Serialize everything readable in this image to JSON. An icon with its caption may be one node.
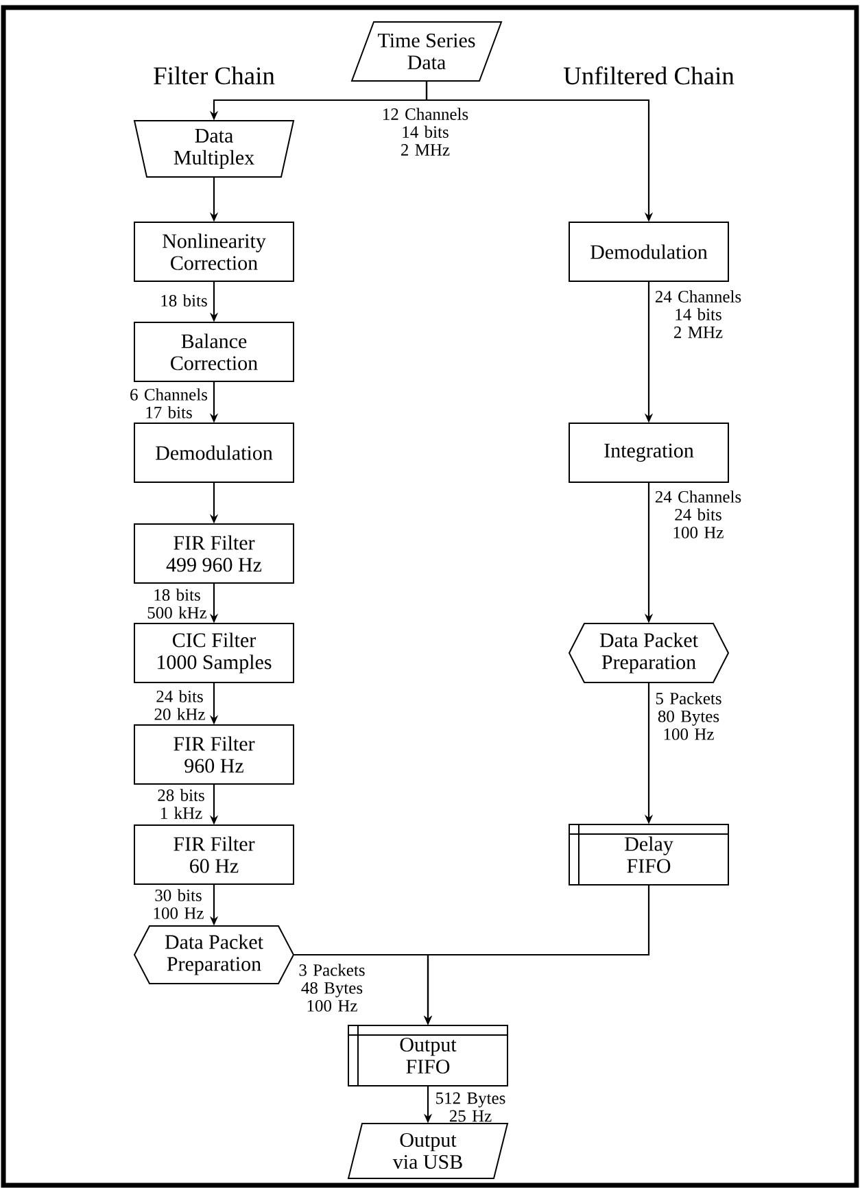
{
  "diagram": {
    "nodes": [
      {
        "text": [
          "Time Series Data"
        ]
      },
      {
        "text": [
          "Data Multiplex"
        ]
      },
      {
        "text": [
          "Nonlinearity Correction"
        ]
      },
      {
        "text": [
          "Balance Correction"
        ]
      },
      {
        "text": [
          "Demodulation"
        ]
      },
      {
        "text": [
          "FIR Filter 499 960 Hz"
        ]
      },
      {
        "text": [
          "CIC Filter 1000 Samples"
        ]
      },
      {
        "text": [
          "FIR Filter 960 Hz"
        ]
      },
      {
        "text": [
          "FIR Filter 60 Hz"
        ]
      },
      {
        "text": [
          "Data Packet Preparation"
        ]
      },
      {
        "text": [
          "Demodulation"
        ]
      },
      {
        "text": [
          "Integration"
        ]
      },
      {
        "text": [
          "Data Packet Preparation"
        ]
      },
      {
        "text": [
          "Delay FIFO"
        ]
      },
      {
        "text": [
          "Output FIFO"
        ]
      },
      {
        "text": [
          "Output via USB"
        ]
      }
    ],
    "edges": [
      {
        "from": 0,
        "to": 1,
        "arrow": "to",
        "label": "12 Channels 14 bits 2 MHz"
      },
      {
        "from": 0,
        "to": 10,
        "arrow": "to"
      },
      {
        "from": 1,
        "to": 2,
        "arrow": "to"
      },
      {
        "from": 2,
        "to": 3,
        "arrow": "to",
        "label": "18 bits"
      },
      {
        "from": 3,
        "to": 4,
        "arrow": "to",
        "label": "6 Channels 17 bits"
      },
      {
        "from": 4,
        "to": 5,
        "arrow": "to"
      },
      {
        "from": 5,
        "to": 6,
        "arrow": "to",
        "label": "18 bits 500 kHz"
      },
      {
        "from": 6,
        "to": 7,
        "arrow": "to",
        "label": "24 bits 20 kHz"
      },
      {
        "from": 7,
        "to": 8,
        "arrow": "to",
        "label": "28 bits 1 kHz"
      },
      {
        "from": 8,
        "to": 9,
        "arrow": "to",
        "label": "30 bits 100 Hz"
      },
      {
        "from": 9,
        "to": 14,
        "arrow": "to",
        "label": "3 Packets 48 Bytes 100 Hz"
      },
      {
        "from": 10,
        "to": 11,
        "arrow": "to",
        "label": "24 Channels 14 bits 2 MHz"
      },
      {
        "from": 11,
        "to": 12,
        "arrow": "to",
        "label": "24 Channels 24 bits 100 Hz"
      },
      {
        "from": 12,
        "to": 13,
        "arrow": "to",
        "label": "5 Packets 80 Bytes 100 Hz"
      },
      {
        "from": 13,
        "to": 14,
        "arrow": "to"
      },
      {
        "from": 14,
        "to": 15,
        "arrow": "to",
        "label": "512 Bytes 25 Hz"
      }
    ],
    "labels": [
      "Filter Chain",
      "Unfiltered Chain"
    ]
  }
}
